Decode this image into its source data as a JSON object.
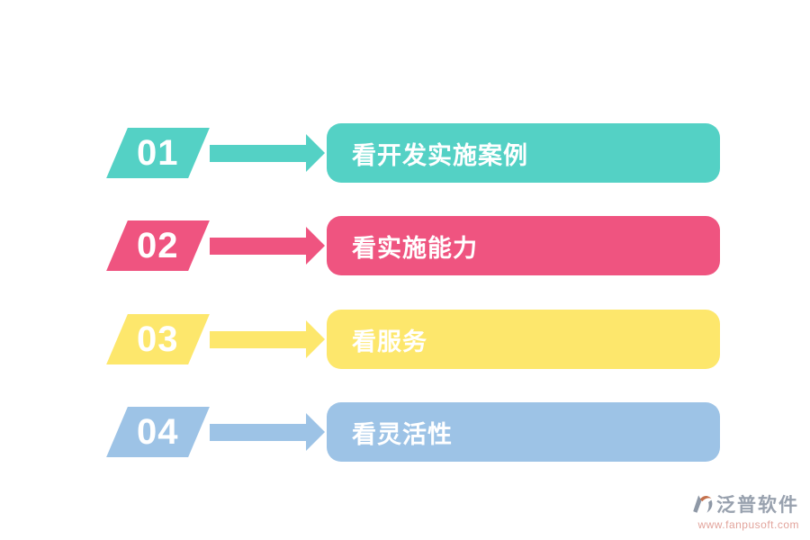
{
  "page": {
    "background_color": "#ffffff"
  },
  "steps": [
    {
      "number": "01",
      "label": "看开发实施案例",
      "color": "#54D1C5"
    },
    {
      "number": "02",
      "label": "看实施能力",
      "color": "#EF5480"
    },
    {
      "number": "03",
      "label": "看服务",
      "color": "#FDE76C"
    },
    {
      "number": "04",
      "label": "看灵活性",
      "color": "#9DC3E6"
    }
  ],
  "brand": {
    "name": "泛普软件",
    "url": "www.fanpusoft.com",
    "name_color": "#98A1AE",
    "url_color": "#E2A49C",
    "icon": "fanpu-logo-icon",
    "icon_gray_color": "#8E98A6",
    "icon_orange_color": "#C4714D"
  }
}
